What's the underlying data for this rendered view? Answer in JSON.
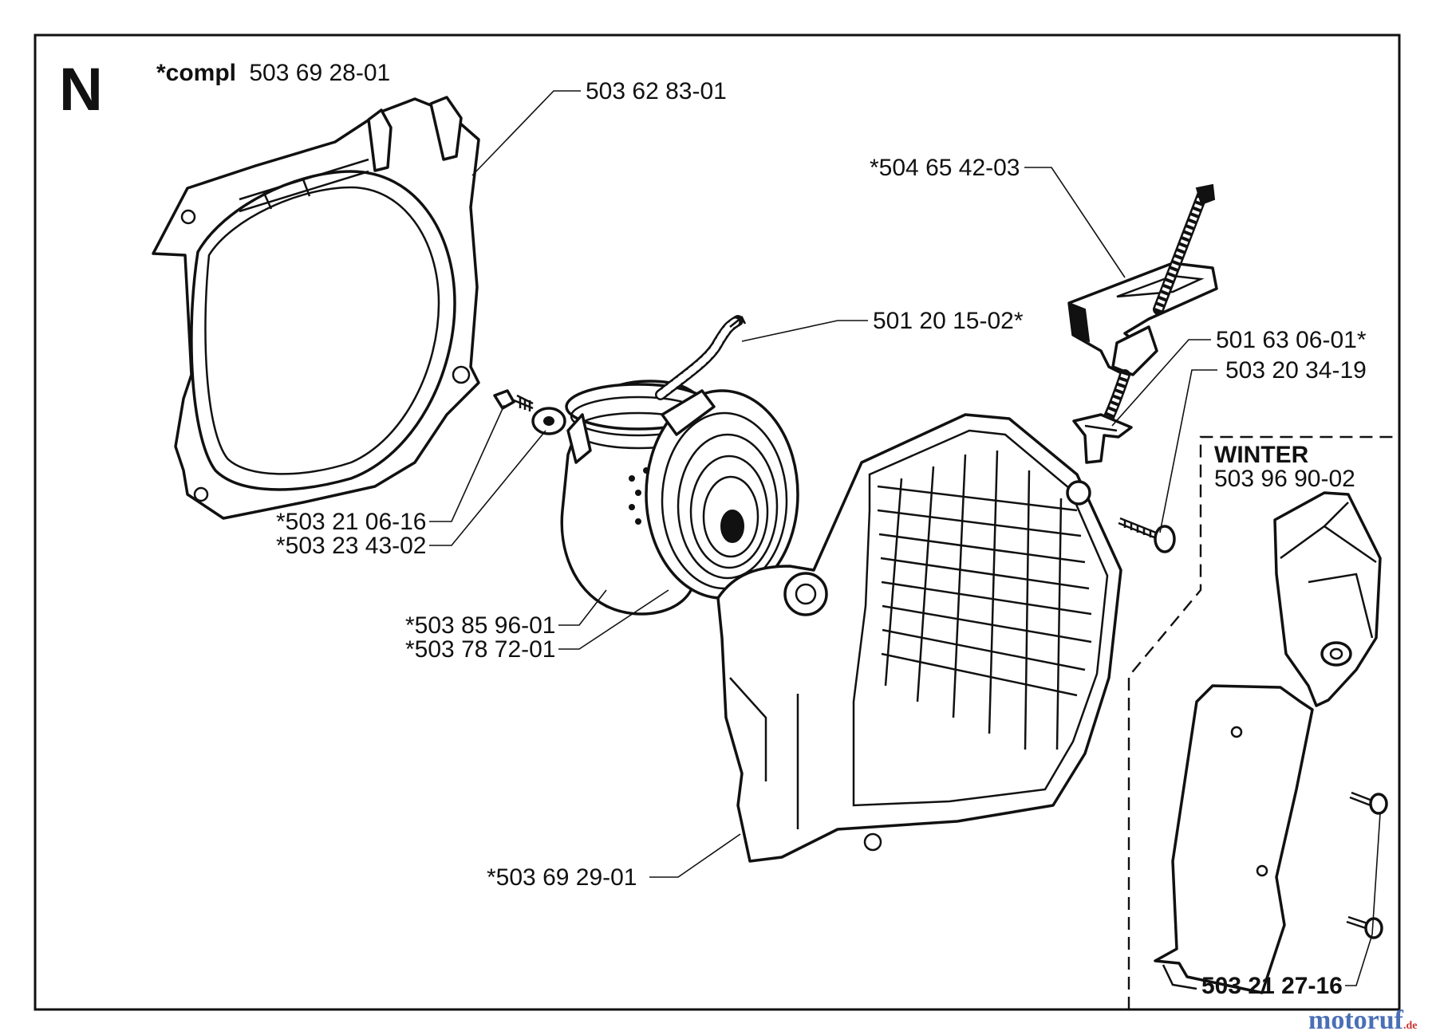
{
  "section_letter": "N",
  "compl": {
    "prefix": "*compl",
    "number": "503 69 28-01"
  },
  "labels": {
    "fan_housing": "503 62 83-01",
    "handle": "*504 65 42-03",
    "rope": "501 20 15-02*",
    "rope_guide": "501 63 06-01*",
    "screw_right": "503 20 34-19",
    "screw_center": "*503 21 06-16",
    "washer": "*503 23 43-02",
    "pulley": "*503 85 96-01",
    "spring": "*503 78 72-01",
    "cover": "*503 69 29-01",
    "winter_screw": "503 21 27-16"
  },
  "winter": {
    "title": "WINTER",
    "number": "503 96 90-02"
  },
  "watermark": {
    "text": "motoruf",
    "suffix": ".de"
  }
}
